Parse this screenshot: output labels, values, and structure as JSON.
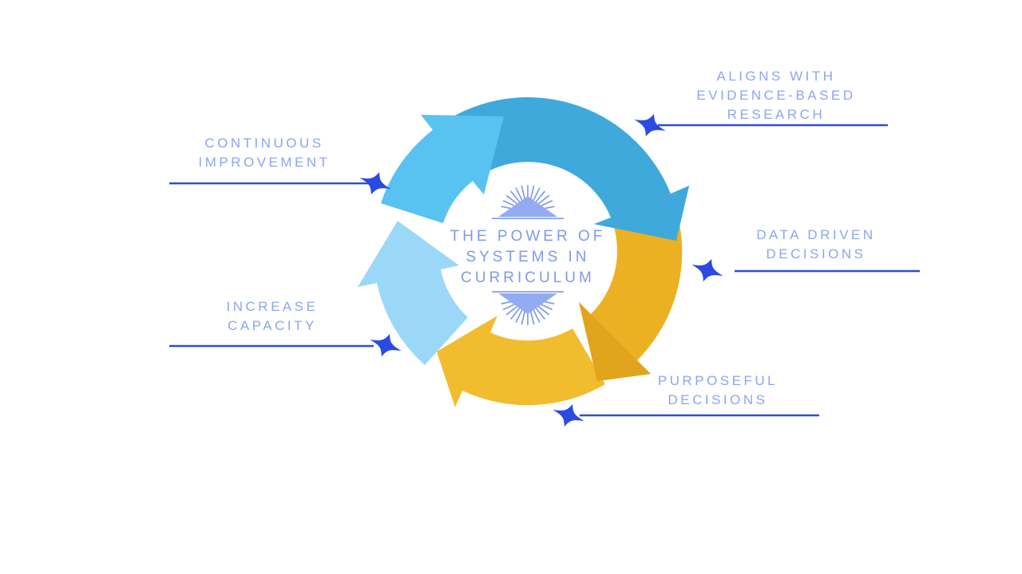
{
  "title": {
    "lines": [
      "THE POWER OF",
      "SYSTEMS IN",
      "CURRICULUM"
    ]
  },
  "items": [
    {
      "id": "aligns-research",
      "lines": [
        "ALIGNS WITH",
        "EVIDENCE-BASED",
        "RESEARCH"
      ]
    },
    {
      "id": "continuous-improvement",
      "lines": [
        "CONTINUOUS",
        "IMPROVEMENT"
      ]
    },
    {
      "id": "data-driven-decisions",
      "lines": [
        "DATA DRIVEN",
        "DECISIONS"
      ]
    },
    {
      "id": "increase-capacity",
      "lines": [
        "INCREASE",
        "CAPACITY"
      ]
    },
    {
      "id": "purposeful-decisions",
      "lines": [
        "PURPOSEFUL",
        "DECISIONS"
      ]
    }
  ],
  "icons": {
    "connector_marker": "four-point-sparkle-star-icon",
    "center_top_decoration": "sunburst-rays-icon",
    "center_bottom_decoration": "sunburst-rays-icon-mirrored"
  },
  "colors": {
    "background": "#FFFFFF",
    "arrow_blue_dark": "#3FA9DB",
    "arrow_blue_sky": "#58C2F1",
    "arrow_blue_pale": "#9BD8F7",
    "arrow_gold_right": "#ECB122",
    "arrow_gold_bottom": "#F2BC2F",
    "arrow_gold_shadow": "#E0A51C",
    "connector": "#2B4EDC",
    "star": "#2B4AE2",
    "label_text": "#8CA6EC",
    "title_text": "#7E9BE8",
    "sunburst_rays": "#7E95E8",
    "sunburst_triangle": "#93ABF0"
  }
}
